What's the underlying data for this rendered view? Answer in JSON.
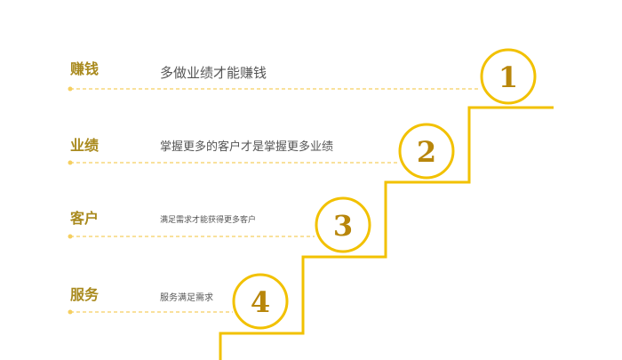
{
  "colors": {
    "accent": "#f2c100",
    "title": "#a98a1e",
    "number": "#b8860b",
    "dashed": "#f5cf60",
    "text": "#555555"
  },
  "steps": [
    {
      "number": "1",
      "title": "赚钱",
      "description": "多做业绩才能赚钱"
    },
    {
      "number": "2",
      "title": "业绩",
      "description": "掌握更多的客户才是掌握更多业绩"
    },
    {
      "number": "3",
      "title": "客户",
      "description": "满足需求才能获得更多客户"
    },
    {
      "number": "4",
      "title": "服务",
      "description": "服务满足需求"
    }
  ]
}
